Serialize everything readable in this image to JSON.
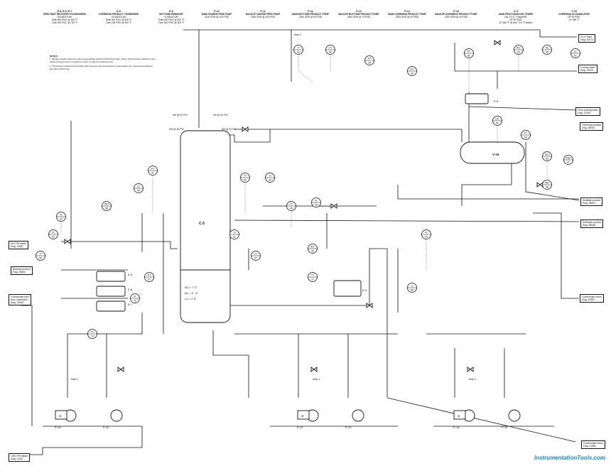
{
  "headers": [
    {
      "tag": "E-5, E-6, E-7",
      "name": "FEED HEAT RECOVERY EXCHANGERS",
      "spec": [
        "35 MM BTU/hr",
        "Shell 500 PSIG @ 600 °F",
        "Tube 900 PSIG @ 750 °F"
      ]
    },
    {
      "tag": "E-8",
      "name": "OVERHEAD PRODUCT CONDENSER",
      "spec": [
        "15 MM BTU/hr",
        "Shell 300 PSIG @ 400 °F",
        "Tube 150 PSIG @ 400 °F"
      ]
    },
    {
      "tag": "E-9",
      "name": "BOTTOMS REBOILER",
      "spec": [
        "70 MM BTU/hr",
        "Shell 250 PSIG @ 400 °F",
        "Tube 900 PSIG @ 500 °F"
      ]
    },
    {
      "tag": "P-10",
      "name": "MAIN CHARGE FEED PUMP",
      "spec": [
        "2100 GPM @ 400 PSID"
      ]
    },
    {
      "tag": "P-11",
      "name": "BACKUP CHARGE FEED PUMP",
      "spec": [
        "1900 GPM @ 400 PSID"
      ]
    },
    {
      "tag": "P-12",
      "name": "MAIN BOTTOMS PRODUCT PUMP",
      "spec": [
        "2000 GPM @ 65 PSID"
      ]
    },
    {
      "tag": "P-13",
      "name": "BACKUP BOTTOMS PRODUCT PUMP",
      "spec": [
        "2800 GPM @ 75 PSID"
      ]
    },
    {
      "tag": "P-14",
      "name": "MAIN OVERHEAD PRODUCT PUMP",
      "spec": [
        "2300 GPM @ 30 PSID"
      ]
    },
    {
      "tag": "P-15",
      "name": "BACKUP OVERHEAD PRODUCT PUMP",
      "spec": [
        "2300 GPM @ 30 PSID"
      ]
    },
    {
      "tag": "C-5",
      "name": "MAIN FRACTIONATION TOWER",
      "spec": [
        "Dia. 10' 8\" / Height 98'",
        "DP 50 PSIG",
        "DT 650 °F @ btm, 710 °F bottom"
      ]
    },
    {
      "tag": "V-15",
      "name": "OVERHEAD ACCUMULATOR",
      "spec": [
        "DP 90 PSIG",
        "DT 650 °F"
      ]
    }
  ],
  "notes": {
    "heading": "NOTES:",
    "items": [
      "1. Backup (steam-driven) pumps automatically started by Box/Chip logic, where shift pressure switches must detect a low-pressure condition in order to start the backup pump.",
      "2. Transit-time ultrasonic flowmeter with pressure and temperature compensation for measuring overhead gas flow to flare line."
    ]
  },
  "offpage": [
    {
      "text": [
        "To LP flare",
        "Dwg. 60374"
      ]
    },
    {
      "text": [
        "Cooling water",
        "Dwg. 11926"
      ]
    },
    {
      "text": [
        "From cooling water",
        "Dwg. 11928"
      ]
    },
    {
      "text": [
        "Overhead product",
        "Dwg. 38520"
      ]
    },
    {
      "text": [
        "Distillate product",
        "Dwg. 38541"
      ]
    },
    {
      "text": [
        "Sidedraw product",
        "Dwg. 38545"
      ]
    },
    {
      "text": [
        "Condensate return",
        "Dwg. 10887"
      ]
    },
    {
      "text": [
        "Condensate return",
        "Dwg. 10581"
      ]
    },
    {
      "text": [
        "600 PSI steam",
        "Dwg. 10887"
      ]
    },
    {
      "text": [
        "Bottoms product",
        "Dwg. 38544"
      ]
    },
    {
      "text": [
        "Condensate feed",
        "from Visbreaker",
        "Dwg. 31500"
      ]
    },
    {
      "text": [
        "1000 PSI steam",
        "Dwg. 11427"
      ]
    }
  ],
  "equipment": {
    "tower": "C-5",
    "accumulator": "V-15",
    "condenser": "E-8",
    "reboiler": "E-9",
    "exchangers": [
      "E-5",
      "E-6",
      "E-7"
    ],
    "pumps": [
      "P-10",
      "P-11",
      "P-12",
      "P-13",
      "P-14",
      "P-15"
    ],
    "motor": "M",
    "note_ref": "Note 1",
    "note2_ref": "Note 2"
  },
  "setpoints": [
    "Set @ 32 PSI",
    "Set @ 32 PSI",
    "Set @ 35 PSI",
    "Set @ 32 PSI"
  ],
  "levels": [
    "MLL = 7' 0\"",
    "NLL = 5' - 8\"",
    "LLL = 3' 8\""
  ],
  "instruments": [
    {
      "tag": "TI",
      "num": "33"
    },
    {
      "tag": "PI",
      "num": "60"
    },
    {
      "tag": "FT",
      "num": "39"
    },
    {
      "tag": "FIC",
      "num": "39"
    },
    {
      "tag": "PT",
      "num": "62"
    },
    {
      "tag": "PIC",
      "num": "62"
    },
    {
      "tag": "TIC",
      "num": "55"
    },
    {
      "tag": "LT",
      "num": "51"
    },
    {
      "tag": "LIC",
      "num": "51"
    },
    {
      "tag": "FT",
      "num": "63"
    },
    {
      "tag": "FIC",
      "num": "63"
    },
    {
      "tag": "PSH",
      "num": "47"
    },
    {
      "tag": "PSL",
      "num": "48"
    },
    {
      "tag": "FT",
      "num": "45"
    },
    {
      "tag": "FI",
      "num": "54"
    },
    {
      "tag": "AIT",
      "num": "42"
    },
    {
      "tag": "TT",
      "num": "52"
    },
    {
      "tag": "TI",
      "num": "23"
    },
    {
      "tag": "TT",
      "num": "17"
    },
    {
      "tag": "PI",
      "num": "97"
    },
    {
      "tag": "TI",
      "num": "41"
    },
    {
      "tag": "FT",
      "num": "37"
    },
    {
      "tag": "LT",
      "num": "49"
    },
    {
      "tag": "PDT",
      "num": "58"
    },
    {
      "tag": "TI",
      "num": "37"
    },
    {
      "tag": "PI",
      "num": "63"
    },
    {
      "tag": "TI",
      "num": "99"
    },
    {
      "tag": "PT",
      "num": "57"
    },
    {
      "tag": "FI",
      "num": "70"
    },
    {
      "tag": "LI",
      "num": "56"
    },
    {
      "tag": "PI",
      "num": "29"
    },
    {
      "tag": "PI",
      "num": "74"
    }
  ],
  "watermark": "InstrumentationTools.com"
}
